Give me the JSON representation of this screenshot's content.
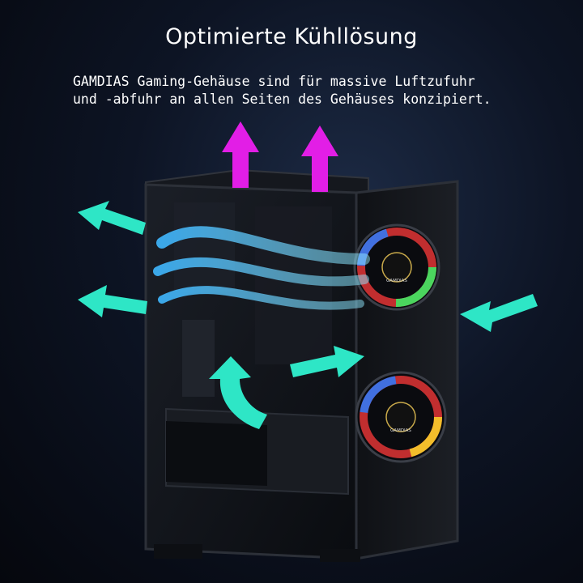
{
  "header": {
    "title": "Optimierte Kühllösung",
    "description_line1": "GAMDIAS Gaming-Gehäuse sind für massive Luftzufuhr",
    "description_line2": "und -abfuhr an allen Seiten des Gehäuses konzipiert."
  },
  "fans": [
    {
      "logo_text": "GAMDIAS"
    },
    {
      "logo_text": "GAMDIAS"
    }
  ],
  "colors": {
    "exhaust_top": "#e21ee6",
    "airflow": "#2ee6c6",
    "background": "#0b1120"
  }
}
